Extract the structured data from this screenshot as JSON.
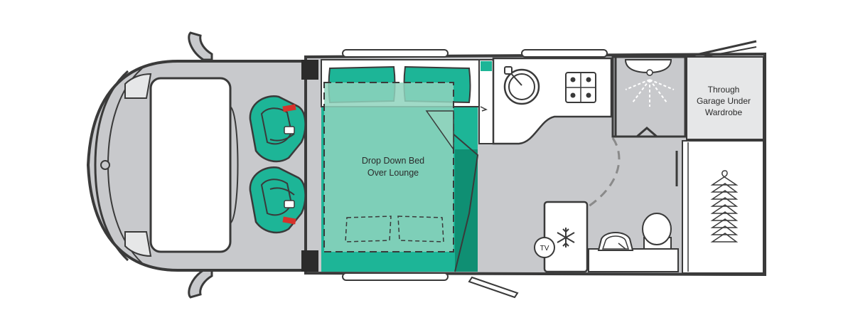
{
  "labels": {
    "drop_down_bed_line1": "Drop Down Bed",
    "drop_down_bed_line2": "Over Lounge",
    "garage_line1": "Through",
    "garage_line2": "Garage Under",
    "garage_line3": "Wardrobe",
    "tv": "TV"
  },
  "colors": {
    "floor": "#c8c9cc",
    "outline": "#3a3a3a",
    "teal": "#1db597",
    "teal_dark": "#0f8f73",
    "mint": "#8fd3bd",
    "red_belt": "#d6322b",
    "light_grey": "#e6e7e8",
    "white": "#ffffff"
  },
  "icons": {
    "sink": "sink-icon",
    "hob": "hob-icon",
    "shower": "shower-icon",
    "fridge": "snowflake-icon",
    "toilet": "toilet-icon",
    "wardrobe": "hanger-icon",
    "tv": "tv-icon"
  }
}
